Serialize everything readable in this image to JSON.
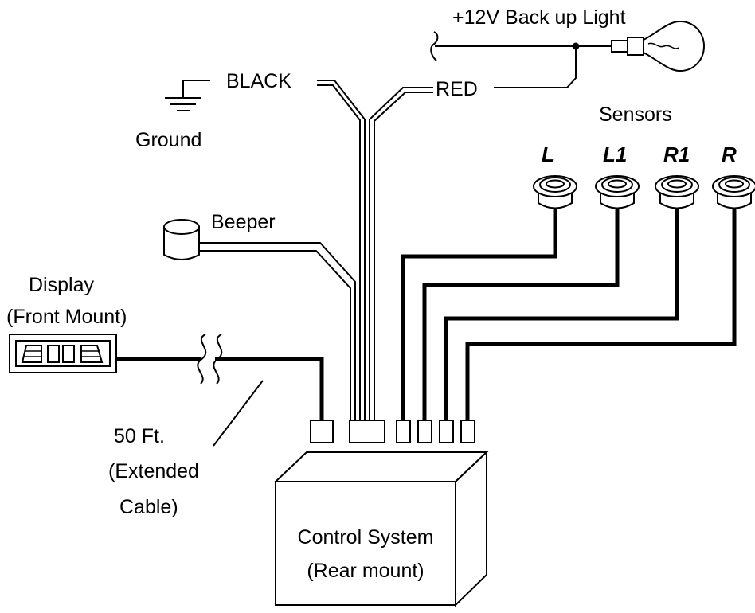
{
  "labels": {
    "backup_light": "+12V Back up Light",
    "black_wire": "BLACK",
    "red_wire": "RED",
    "ground": "Ground",
    "sensors": "Sensors",
    "beeper": "Beeper",
    "display_line1": "Display",
    "display_line2": "(Front Mount)",
    "cable_line1": "50 Ft.",
    "cable_line2": "(Extended",
    "cable_line3": "Cable)",
    "control_line1": "Control System",
    "control_line2": "(Rear mount)"
  },
  "sensors": [
    {
      "id": "L"
    },
    {
      "id": "L1"
    },
    {
      "id": "R1"
    },
    {
      "id": "R"
    }
  ]
}
